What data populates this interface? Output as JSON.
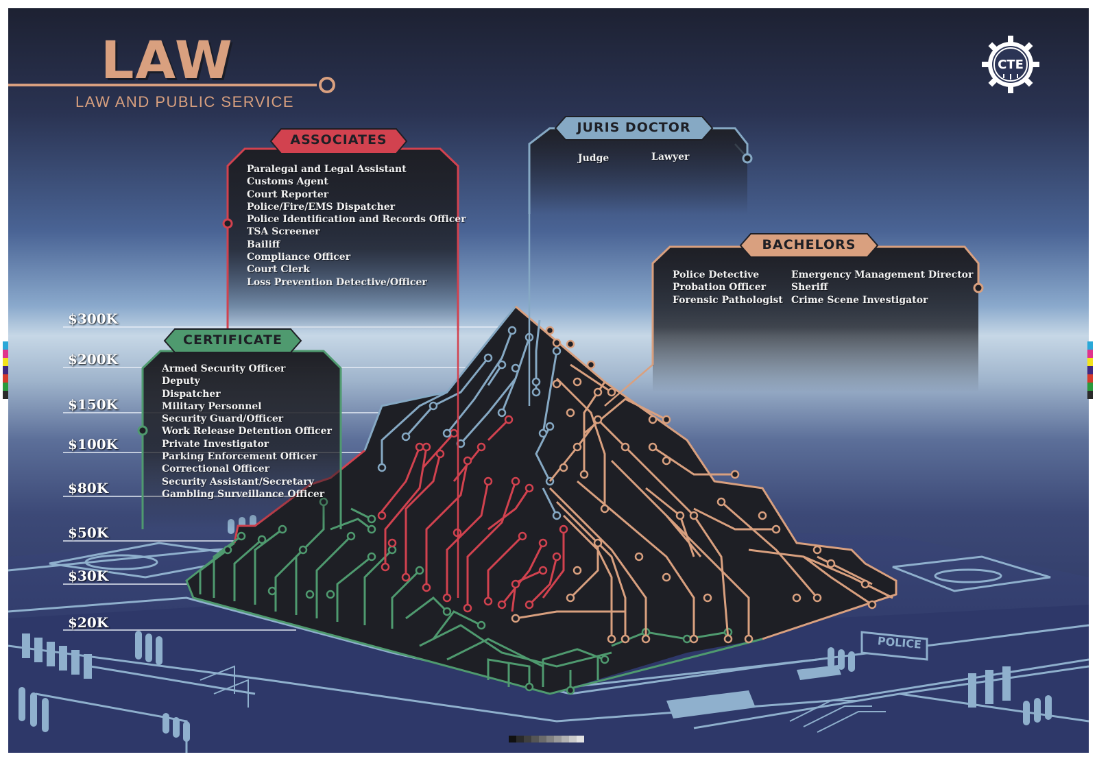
{
  "title": "LAW",
  "subtitle": "LAW AND PUBLIC SERVICE",
  "logo_text": "CTE",
  "colors": {
    "certificate": "#4f9a6f",
    "associates": "#d2424f",
    "juris_doctor": "#86a9c4",
    "bachelors": "#d9a07f",
    "background_dark": "#1e1f25"
  },
  "salary_levels": [
    "$300K",
    "$200K",
    "$150K",
    "$100K",
    "$80K",
    "$50K",
    "$30K",
    "$20K"
  ],
  "boxes": {
    "certificate": {
      "title": "CERTIFICATE",
      "careers": [
        "Armed Security Officer",
        "Deputy",
        "Dispatcher",
        "Military Personnel",
        "Security Guard/Officer",
        "Work Release Detention Officer",
        "Private Investigator",
        "Parking Enforcement Officer",
        "Correctional Officer",
        "Security Assistant/Secretary",
        "Gambling Surveillance Officer"
      ]
    },
    "associates": {
      "title": "ASSOCIATES",
      "careers": [
        "Paralegal and Legal Assistant",
        "Customs Agent",
        "Court Reporter",
        "Police/Fire/EMS Dispatcher",
        "Police Identification and Records Officer",
        "TSA Screener",
        "Bailiff",
        "Compliance Officer",
        "Court Clerk",
        "Loss Prevention Detective/Officer"
      ]
    },
    "juris_doctor": {
      "title": "JURIS DOCTOR",
      "careers": [
        "Judge",
        "Lawyer"
      ]
    },
    "bachelors": {
      "title": "BACHELORS",
      "careers_left": [
        "Police Detective",
        "Probation Officer",
        "Forensic Pathologist"
      ],
      "careers_right": [
        "Emergency Management Director",
        "Sheriff",
        "Crime Scene Investigator"
      ]
    }
  },
  "building_sign": "POLICE"
}
